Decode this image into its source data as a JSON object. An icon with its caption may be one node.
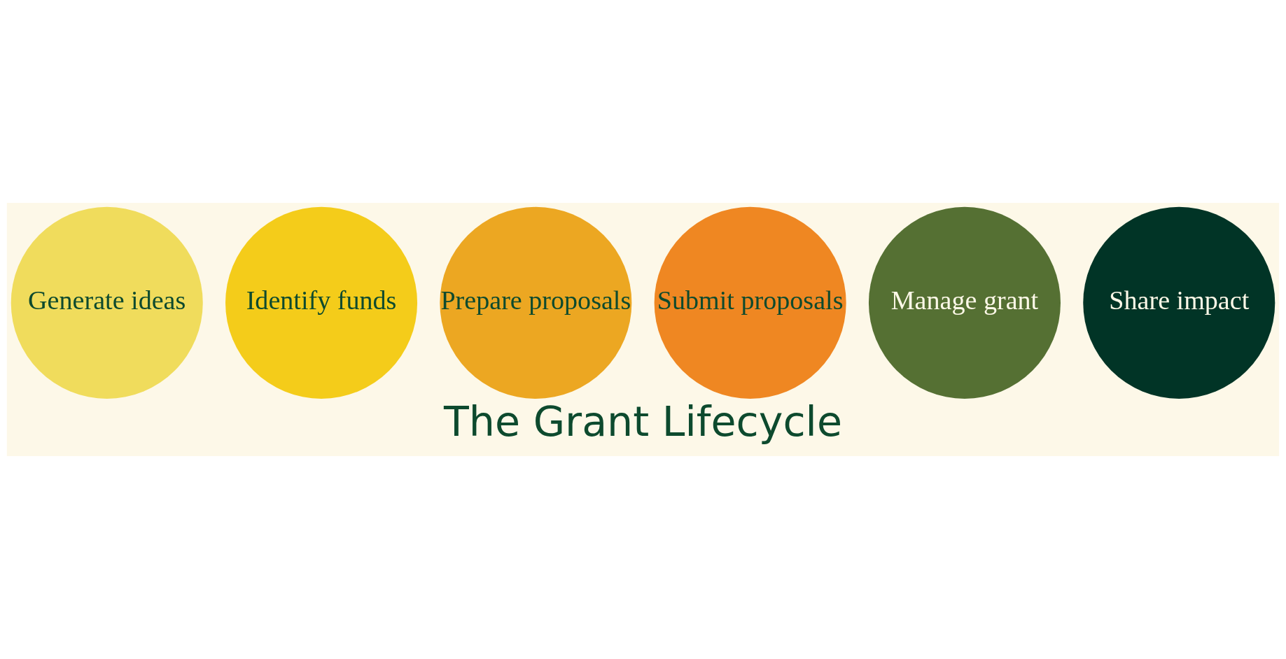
{
  "diagram": {
    "title": "The Grant Lifecycle",
    "nodes": [
      {
        "text": [
          "Generate ideas"
        ]
      },
      {
        "text": [
          "Identify funds"
        ]
      },
      {
        "text": [
          "Prepare proposals"
        ]
      },
      {
        "text": [
          "Submit proposals"
        ]
      },
      {
        "text": [
          "Manage grant"
        ]
      },
      {
        "text": [
          "Share impact"
        ]
      }
    ]
  }
}
